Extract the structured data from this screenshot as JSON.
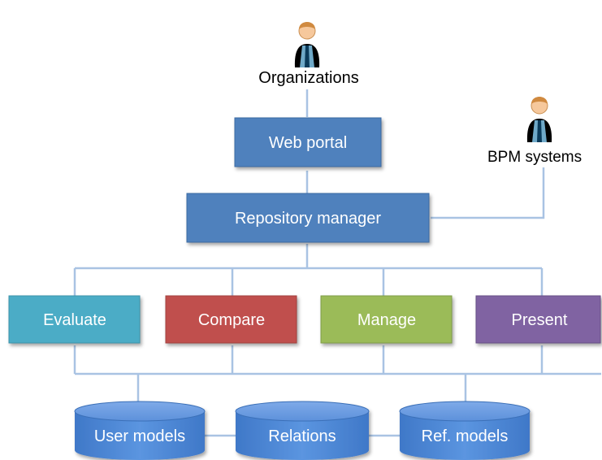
{
  "actors": {
    "organizations": "Organizations",
    "bpm_systems": "BPM systems"
  },
  "components": {
    "web_portal": "Web portal",
    "repository_manager": "Repository manager"
  },
  "functions": {
    "evaluate": "Evaluate",
    "compare": "Compare",
    "manage": "Manage",
    "present": "Present"
  },
  "stores": {
    "user_models": "User models",
    "relations": "Relations",
    "ref_models": "Ref. models"
  },
  "colors": {
    "connector": "#a9c3e3",
    "blue_box": "#4f81bd",
    "evaluate": "#4bacc6",
    "compare": "#c0504d",
    "manage": "#9bbb59",
    "present": "#8064a2",
    "cylinder": "#4a86d4"
  }
}
